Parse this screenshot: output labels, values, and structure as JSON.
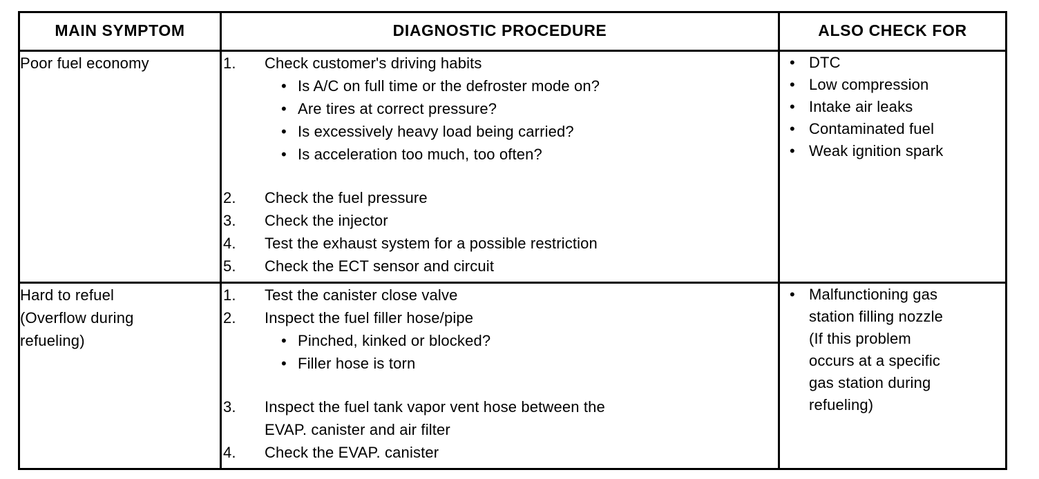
{
  "table": {
    "headers": [
      {
        "key": "symptom",
        "label": "MAIN SYMPTOM"
      },
      {
        "key": "procedure",
        "label": "DIAGNOSTIC PROCEDURE"
      },
      {
        "key": "also",
        "label": "ALSO CHECK FOR"
      }
    ],
    "rows": [
      {
        "symptom": "Poor fuel economy",
        "procedure": {
          "group_one": {
            "items": [
              {
                "number": "1.",
                "text": "Check customer's driving habits",
                "sub_bullets": [
                  "Is A/C on full time or the defroster mode on?",
                  "Are tires at correct pressure?",
                  "Is excessively heavy load being carried?",
                  "Is acceleration too much, too often?"
                ]
              }
            ]
          },
          "group_two": {
            "items": [
              {
                "number": "2.",
                "text": "Check the fuel pressure"
              },
              {
                "number": "3.",
                "text": "Check the injector"
              },
              {
                "number": "4.",
                "text": "Test the exhaust system for a possible restriction"
              },
              {
                "number": "5.",
                "text": "Check the ECT sensor and circuit"
              }
            ]
          }
        },
        "also_check_for": [
          "DTC",
          "Low compression",
          "Intake air leaks",
          "Contaminated fuel",
          "Weak ignition spark"
        ]
      },
      {
        "symptom": "Hard to refuel\n(Overflow during\nrefueling)",
        "procedure": {
          "group_one": {
            "items": [
              {
                "number": "1.",
                "text": "Test the canister close valve"
              },
              {
                "number": "2.",
                "text": "Inspect the fuel filler hose/pipe",
                "sub_bullets": [
                  "Pinched, kinked or blocked?",
                  "Filler hose is torn"
                ]
              }
            ]
          },
          "group_two": {
            "items": [
              {
                "number": "3.",
                "text": "Inspect the fuel tank vapor vent hose between the\nEVAP. canister and air filter"
              },
              {
                "number": "4.",
                "text": "Check the EVAP. canister"
              }
            ]
          }
        },
        "also_check_for": [
          "Malfunctioning gas\nstation filling nozzle\n(If this problem\noccurs at a specific\ngas station during\nrefueling)"
        ]
      }
    ]
  },
  "glyphs": {
    "bullet": "•"
  },
  "colors": {
    "ink": "#000000",
    "paper": "#ffffff",
    "rule": "#000000"
  }
}
